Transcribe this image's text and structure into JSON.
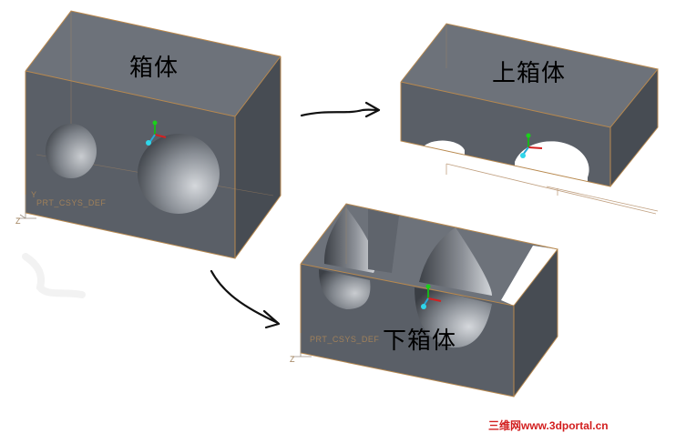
{
  "labels": {
    "box": "箱体",
    "upper_box": "上箱体",
    "lower_box": "下箱体",
    "csys_main": "PRT_CSYS_DEF",
    "csys_lower": "PRT_CSYS_DEF",
    "axis_z": "Z",
    "axis_y": "Y"
  },
  "watermark": "三维网www.3dportal.cn",
  "colors": {
    "front_face": "#5b6068",
    "top_face": "#6e737b",
    "side_face": "#4a4f56",
    "edge_orange": "#c08a4a",
    "arrow": "#111111",
    "watermark": "#d21e1e"
  },
  "icons": [
    "coordinate-triad-icon",
    "arrow-right-icon",
    "arrow-down-icon"
  ]
}
